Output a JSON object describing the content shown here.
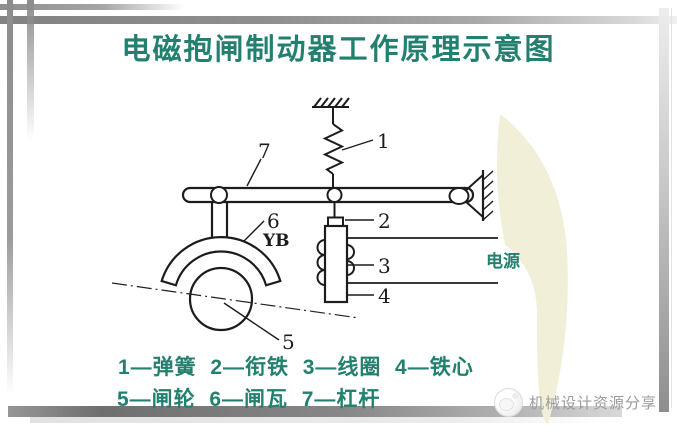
{
  "slide": {
    "title": "电磁抱闸制动器工作原理示意图"
  },
  "diagram": {
    "part_labels": {
      "spring": "1",
      "armature": "2",
      "coil": "3",
      "core": "4",
      "wheel": "5",
      "shoe": "6",
      "lever": "7"
    },
    "brake_model": "YB",
    "power_label": "电源"
  },
  "legend": {
    "row1": "1—弹簧  2—衔铁  3—线圈  4—铁心",
    "row2": "5—闸轮  6—闸瓦  7—杠杆"
  },
  "watermark": {
    "text": "机械设计资源分享"
  },
  "colors": {
    "title_teal": "#23806f",
    "diagram_line": "#1c1c1c",
    "leaf_cream": "#f2efd9",
    "frame_gray": "#8f8f8f",
    "watermark_gray": "#9b9b9b"
  }
}
